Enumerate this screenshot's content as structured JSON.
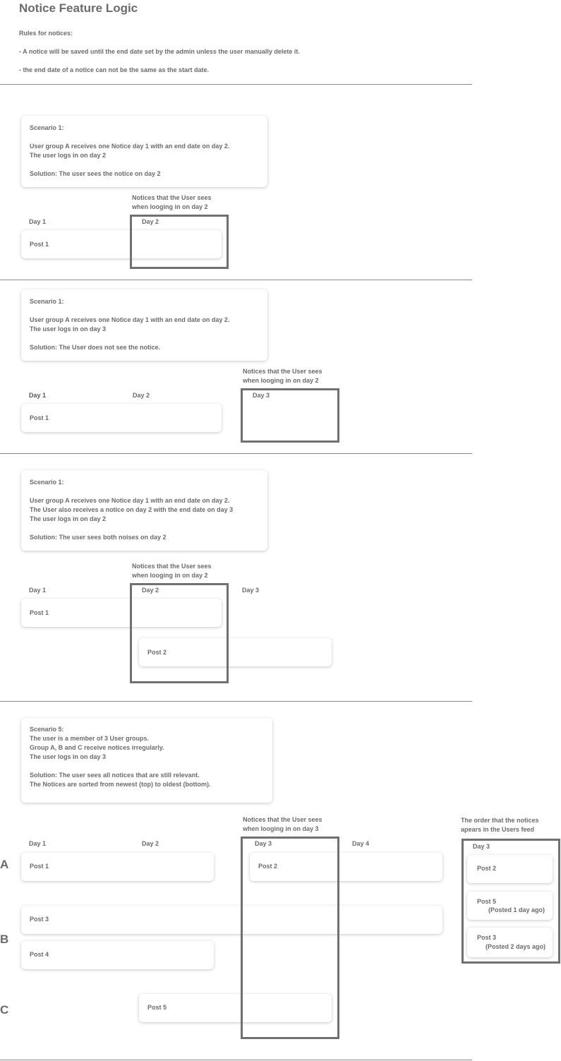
{
  "title": "Notice Feature Logic",
  "rules": {
    "heading": "Rules for notices:",
    "rule1": "- A notice will be saved until the end date set by the admin unless the user manually delete it.",
    "rule2": "- the end date of a notice can not be the same as the start date."
  },
  "scenarios": [
    {
      "heading": "Scenario 1:",
      "lines": [
        "User group A receives one Notice day 1 with an end date on day 2.",
        "The user logs in on day 2"
      ],
      "solution": "Solution: The user sees the notice on day 2",
      "caption": [
        "Notices that the User sees",
        "when looging in on day 2"
      ],
      "days": [
        "Day 1",
        "Day 2"
      ],
      "posts": [
        "Post 1"
      ]
    },
    {
      "heading": "Scenario 1:",
      "lines": [
        "User group A receives one Notice day 1 with an end date on day 2.",
        "The user logs in on day 3"
      ],
      "solution": "Solution: The User does not see the notice.",
      "caption": [
        "Notices that the User sees",
        "when looging in on day 2"
      ],
      "days": [
        "Day 1",
        "Day 2",
        "Day 3"
      ],
      "posts": [
        "Post 1"
      ]
    },
    {
      "heading": "Scenario 1:",
      "lines": [
        "User group A receives one Notice day 1 with an end date on day 2.",
        "The User also receives a notice on day 2 with the end date on day 3",
        "The user logs in on day 2"
      ],
      "solution": "Solution: The user sees both noises on day 2",
      "caption": [
        "Notices that the User sees",
        "when looging in on day 2"
      ],
      "days": [
        "Day 1",
        "Day 2",
        "Day 3"
      ],
      "posts": [
        "Post 1",
        "Post 2"
      ]
    },
    {
      "heading": "Scenario 5:",
      "lines": [
        "The user is a member of 3 User groups.",
        "Group A, B and C receive notices irregularly.",
        "The user logs in on day 3"
      ],
      "solution_lines": [
        "Solution: The user sees all notices that are still relevant.",
        "The Notices are sorted from newest (top) to oldest (bottom)."
      ],
      "caption": [
        "Notices that the User sees",
        "when looging in on day 3"
      ],
      "days": [
        "Day 1",
        "Day 2",
        "Day 3",
        "Day 4"
      ],
      "groups": [
        "A",
        "B",
        "C"
      ],
      "posts": [
        "Post 1",
        "Post 2",
        "Post 3",
        "Post 4",
        "Post 5"
      ],
      "feed": {
        "caption": [
          "The order that the notices",
          "apears in the Users feed"
        ],
        "day": "Day 3",
        "items": [
          {
            "label": "Post 2",
            "sub": ""
          },
          {
            "label": "Post 5",
            "sub": "(Posted 1 day ago)"
          },
          {
            "label": "Post 3",
            "sub": "(Posted 2 days ago)"
          }
        ]
      }
    }
  ]
}
